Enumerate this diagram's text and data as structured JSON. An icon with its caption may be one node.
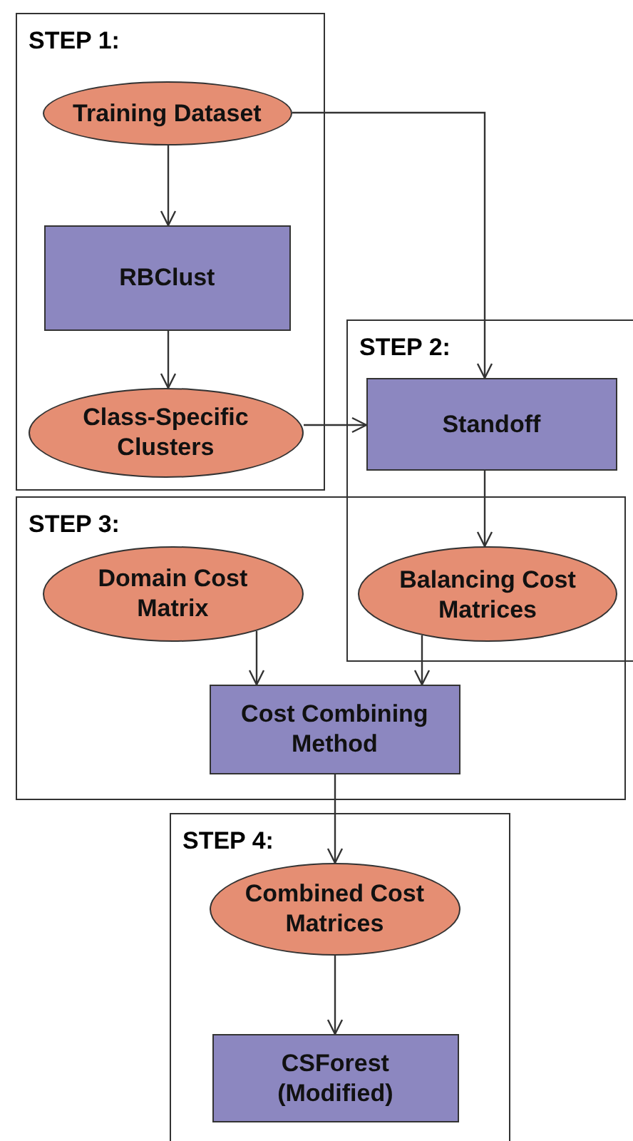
{
  "diagram": {
    "nodes": [
      {
        "text": [
          "STEP 1:"
        ]
      },
      {
        "text": [
          "Training Dataset"
        ],
        "in": 0
      },
      {
        "text": [
          "RBClust"
        ],
        "in": 0
      },
      {
        "text": [
          "Class-Specific Clusters"
        ],
        "in": 0
      },
      {
        "text": [
          "STEP 2:"
        ]
      },
      {
        "text": [
          "Standoff"
        ],
        "in": 4
      },
      {
        "text": [
          "STEP 3:"
        ]
      },
      {
        "text": [
          "Domain Cost Matrix"
        ],
        "in": 6
      },
      {
        "text": [
          "Balancing Cost Matrices"
        ]
      },
      {
        "text": [
          "Cost Combining Method"
        ],
        "in": 6
      },
      {
        "text": [
          "STEP 4:"
        ]
      },
      {
        "text": [
          "Combined Cost Matrices"
        ],
        "in": 10
      },
      {
        "text": [
          "CSForest (Modified)"
        ],
        "in": 10
      }
    ],
    "edges": [
      {
        "from": 1,
        "to": 2,
        "arrow": "to"
      },
      {
        "from": 2,
        "to": 3,
        "arrow": "to"
      },
      {
        "from": 1,
        "to": 5,
        "arrow": "to"
      },
      {
        "from": 3,
        "to": 5,
        "arrow": "to"
      },
      {
        "from": 5,
        "to": 8,
        "arrow": "to"
      },
      {
        "from": 7,
        "to": 9,
        "arrow": "to"
      },
      {
        "from": 8,
        "to": 9,
        "arrow": "to"
      },
      {
        "from": 9,
        "to": 11,
        "arrow": "to"
      },
      {
        "from": 11,
        "to": 12,
        "arrow": "to"
      }
    ]
  }
}
